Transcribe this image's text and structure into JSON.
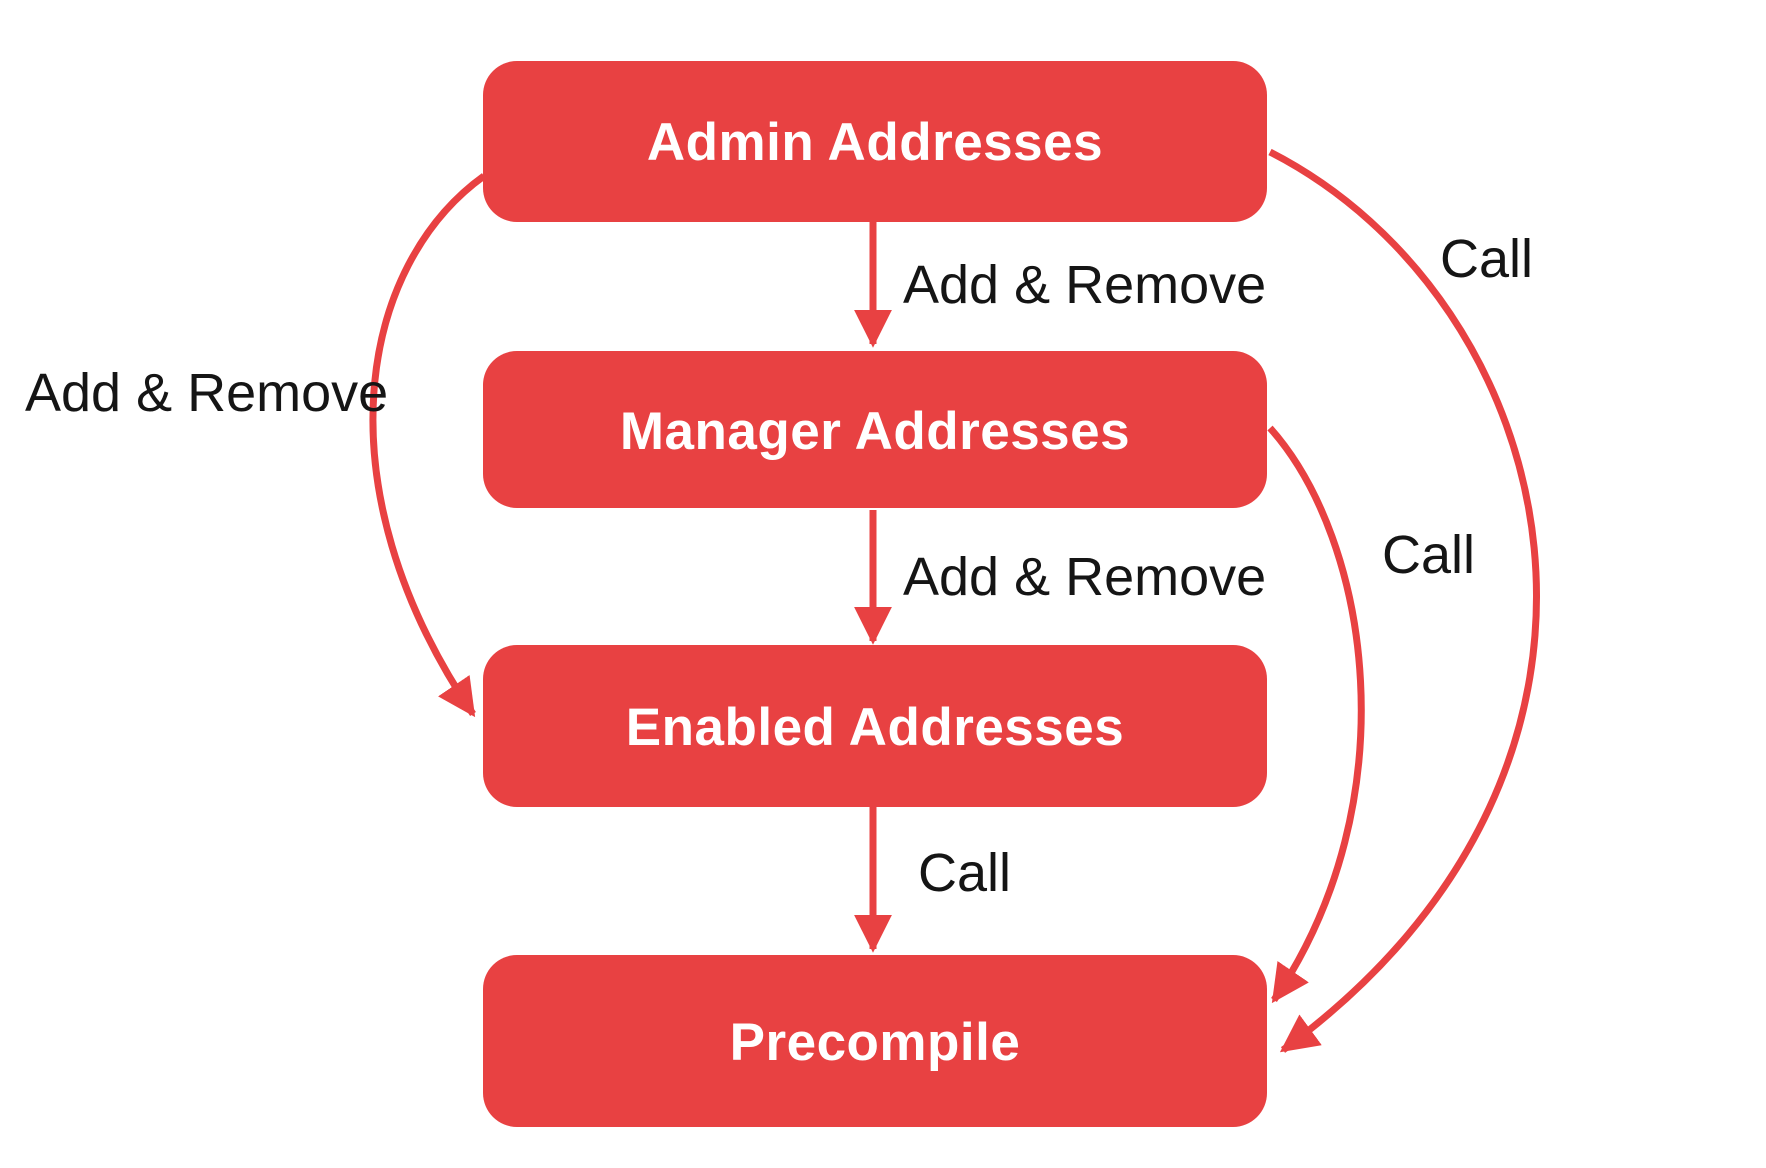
{
  "colors": {
    "red": "#E84142",
    "ink": "#151515",
    "background": "#FFFFFF",
    "node_text": "#FFFFFF"
  },
  "diagram": {
    "nodes": [
      {
        "id": "admin",
        "label": "Admin Addresses"
      },
      {
        "id": "manager",
        "label": "Manager Addresses"
      },
      {
        "id": "enabled",
        "label": "Enabled Addresses"
      },
      {
        "id": "precompile",
        "label": "Precompile"
      }
    ],
    "edges": [
      {
        "from": "admin",
        "to": "manager",
        "label": "Add & Remove"
      },
      {
        "from": "manager",
        "to": "enabled",
        "label": "Add & Remove"
      },
      {
        "from": "enabled",
        "to": "precompile",
        "label": "Call"
      },
      {
        "from": "admin",
        "to": "enabled",
        "label": "Add & Remove"
      },
      {
        "from": "admin",
        "to": "precompile",
        "label": "Call"
      },
      {
        "from": "manager",
        "to": "precompile",
        "label": "Call"
      }
    ]
  }
}
